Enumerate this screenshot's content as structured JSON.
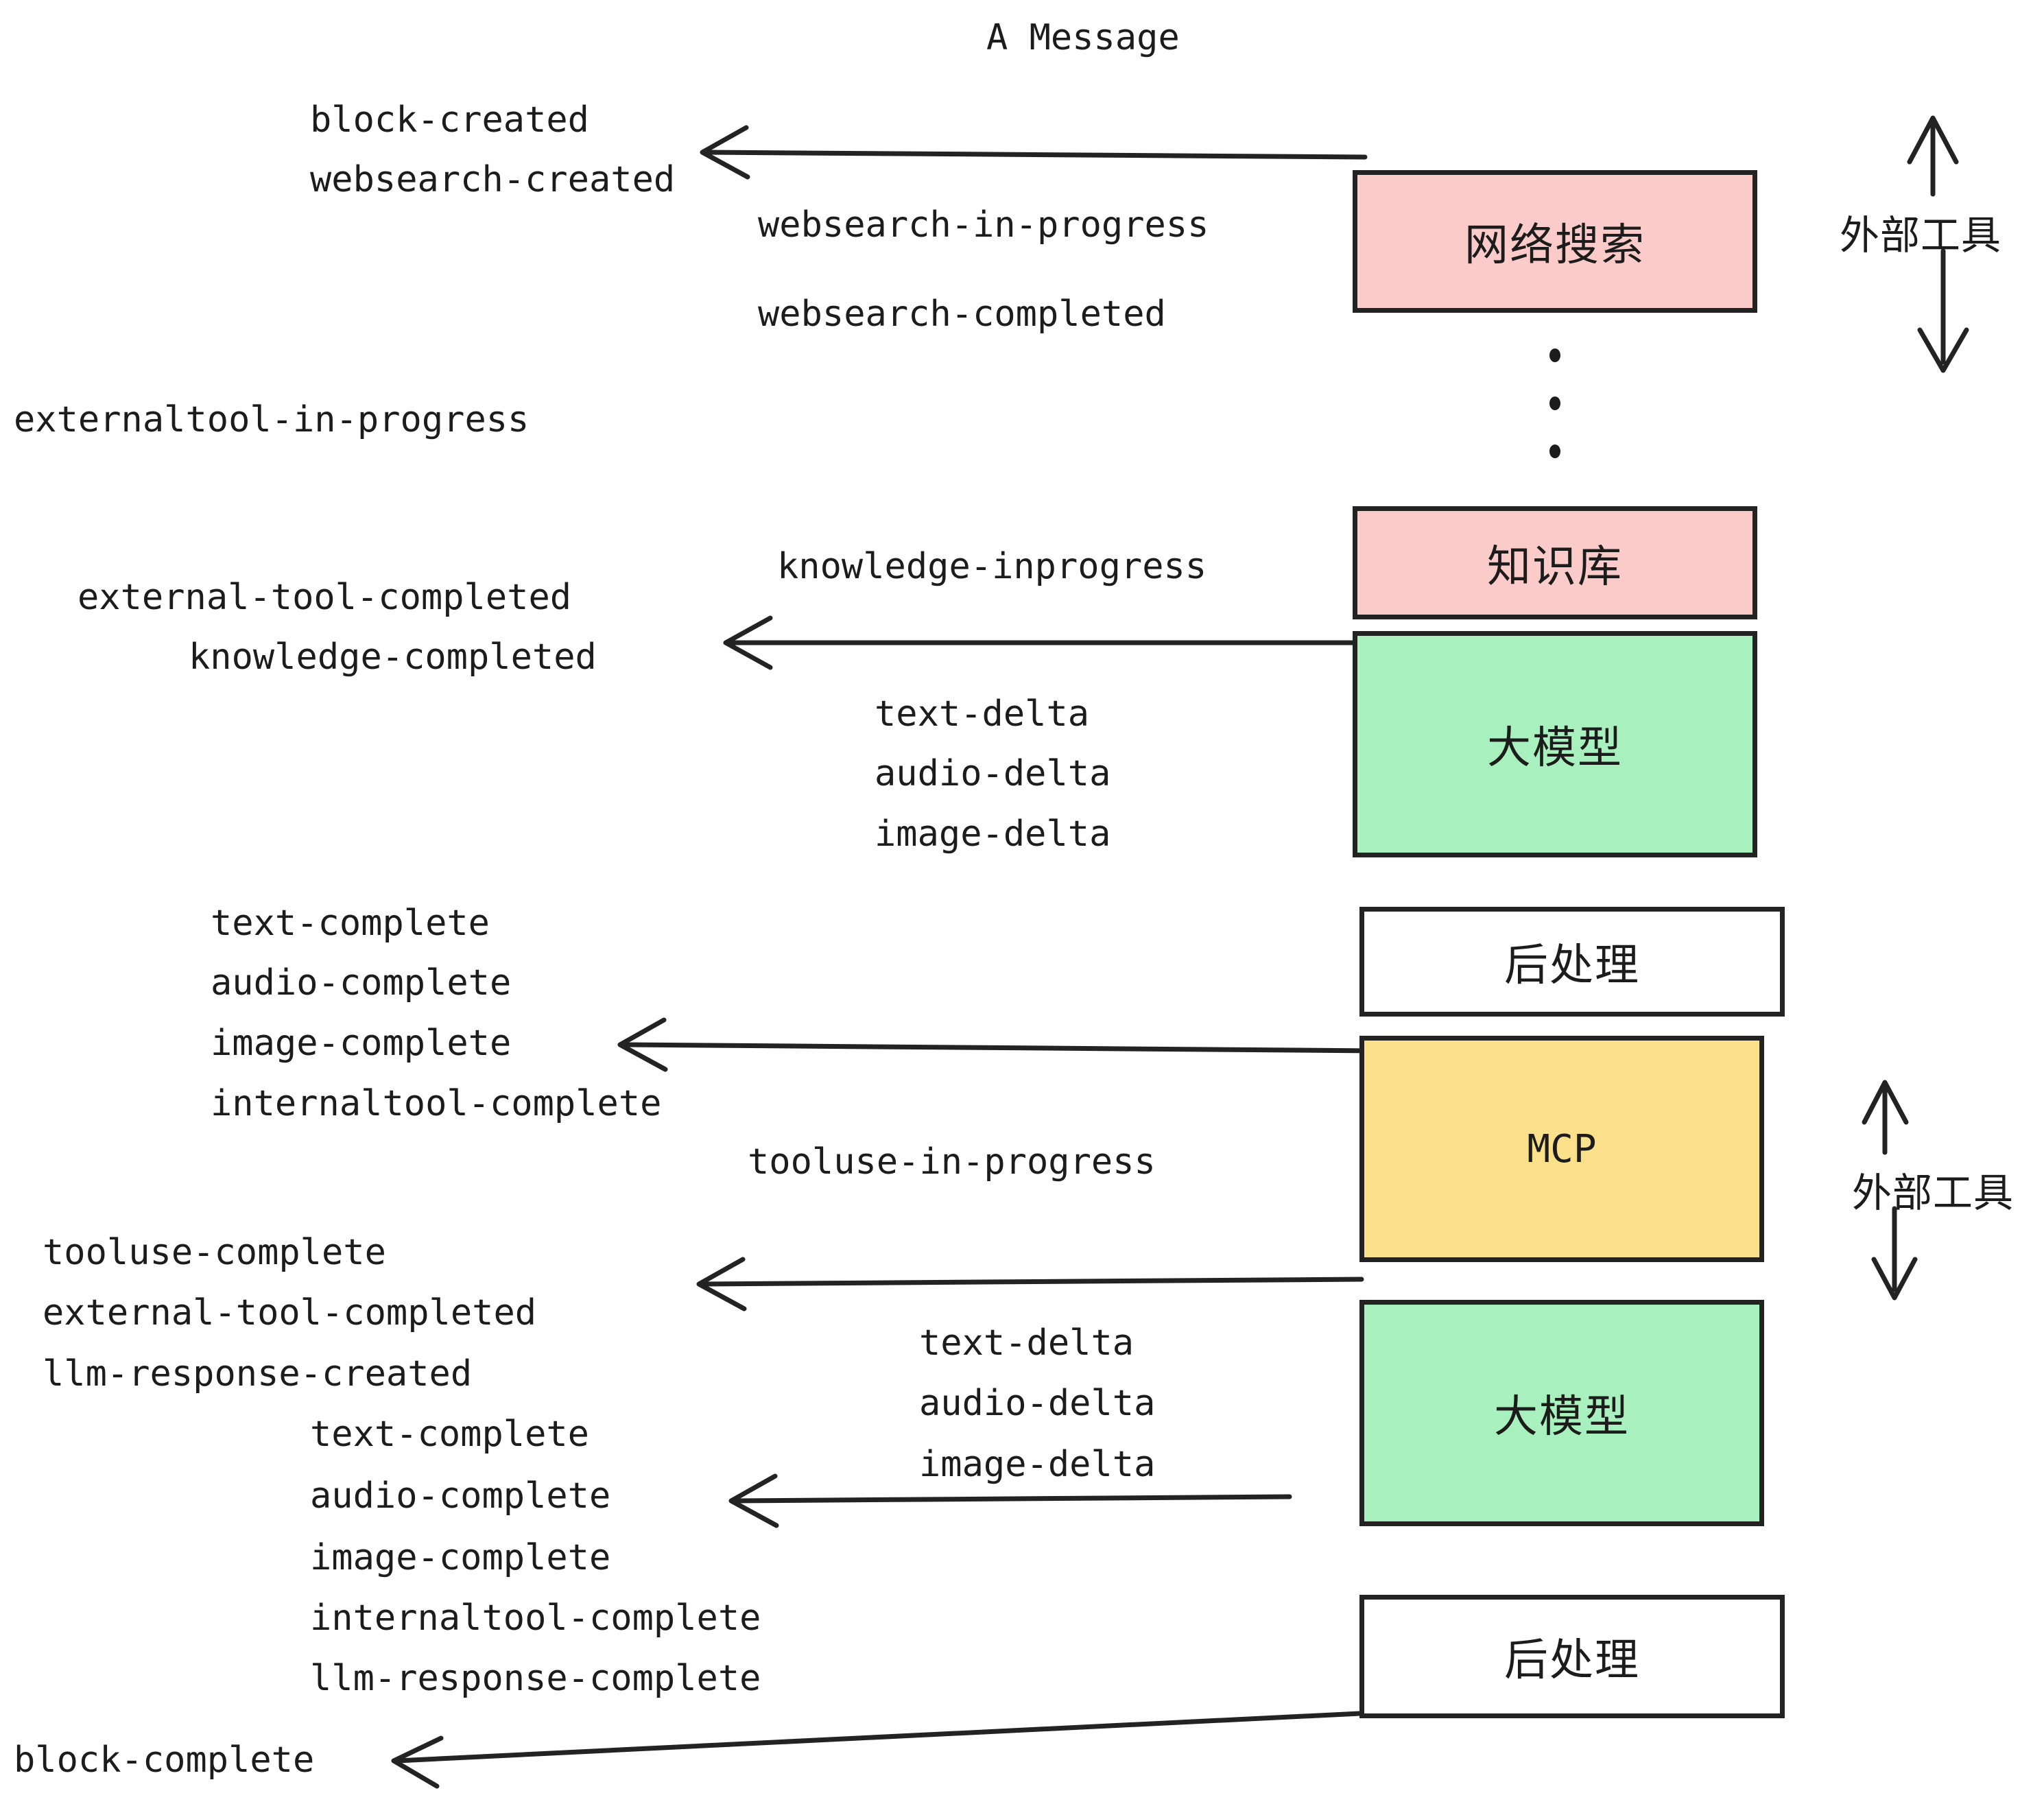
{
  "diagram": {
    "title": "A Message",
    "boxes": [
      {
        "id": "websearch",
        "label": "网络搜索",
        "color": "#fbcbc9",
        "kind": "cjk"
      },
      {
        "id": "knowledge",
        "label": "知识库",
        "color": "#fbcbc9",
        "kind": "cjk"
      },
      {
        "id": "llm-1",
        "label": "大模型",
        "color": "#a8f0bd",
        "kind": "cjk"
      },
      {
        "id": "postprocess-1",
        "label": "后处理",
        "color": "#ffffff",
        "kind": "cjk"
      },
      {
        "id": "mcp",
        "label": "MCP",
        "color": "#fae08a",
        "kind": "mono"
      },
      {
        "id": "llm-2",
        "label": "大模型",
        "color": "#a8f0bd",
        "kind": "cjk"
      },
      {
        "id": "postprocess-2",
        "label": "后处理",
        "color": "#ffffff",
        "kind": "cjk"
      }
    ],
    "side_labels": [
      {
        "id": "external-tool-top",
        "text": "外部工具"
      },
      {
        "id": "external-tool-bottom",
        "text": "外部工具"
      }
    ],
    "events": [
      {
        "id": "e01",
        "text": "block-created"
      },
      {
        "id": "e02",
        "text": "websearch-created"
      },
      {
        "id": "e03",
        "text": "websearch-in-progress"
      },
      {
        "id": "e04",
        "text": "websearch-completed"
      },
      {
        "id": "e05",
        "text": "externaltool-in-progress"
      },
      {
        "id": "e06",
        "text": "knowledge-inprogress"
      },
      {
        "id": "e07",
        "text": "external-tool-completed"
      },
      {
        "id": "e08",
        "text": "knowledge-completed"
      },
      {
        "id": "e09",
        "text": "text-delta"
      },
      {
        "id": "e10",
        "text": "audio-delta"
      },
      {
        "id": "e11",
        "text": "image-delta"
      },
      {
        "id": "e12",
        "text": "text-complete"
      },
      {
        "id": "e13",
        "text": "audio-complete"
      },
      {
        "id": "e14",
        "text": "image-complete"
      },
      {
        "id": "e15",
        "text": "internaltool-complete"
      },
      {
        "id": "e16",
        "text": "tooluse-in-progress"
      },
      {
        "id": "e17",
        "text": "tooluse-complete"
      },
      {
        "id": "e18",
        "text": "external-tool-completed"
      },
      {
        "id": "e19",
        "text": "llm-response-created"
      },
      {
        "id": "e20",
        "text": "text-delta"
      },
      {
        "id": "e21",
        "text": "audio-delta"
      },
      {
        "id": "e22",
        "text": "image-delta"
      },
      {
        "id": "e23",
        "text": "text-complete"
      },
      {
        "id": "e24",
        "text": "audio-complete"
      },
      {
        "id": "e25",
        "text": "image-complete"
      },
      {
        "id": "e26",
        "text": "internaltool-complete"
      },
      {
        "id": "e27",
        "text": "llm-response-complete"
      },
      {
        "id": "e28",
        "text": "block-complete"
      }
    ],
    "colors": {
      "stroke": "#232323",
      "text": "#1c1c1c",
      "pink": "#fbcbc9",
      "green": "#a8f0bd",
      "yellow": "#fae08a",
      "white": "#ffffff",
      "background": "#ffffff"
    },
    "ellipsis_dots": 3
  }
}
